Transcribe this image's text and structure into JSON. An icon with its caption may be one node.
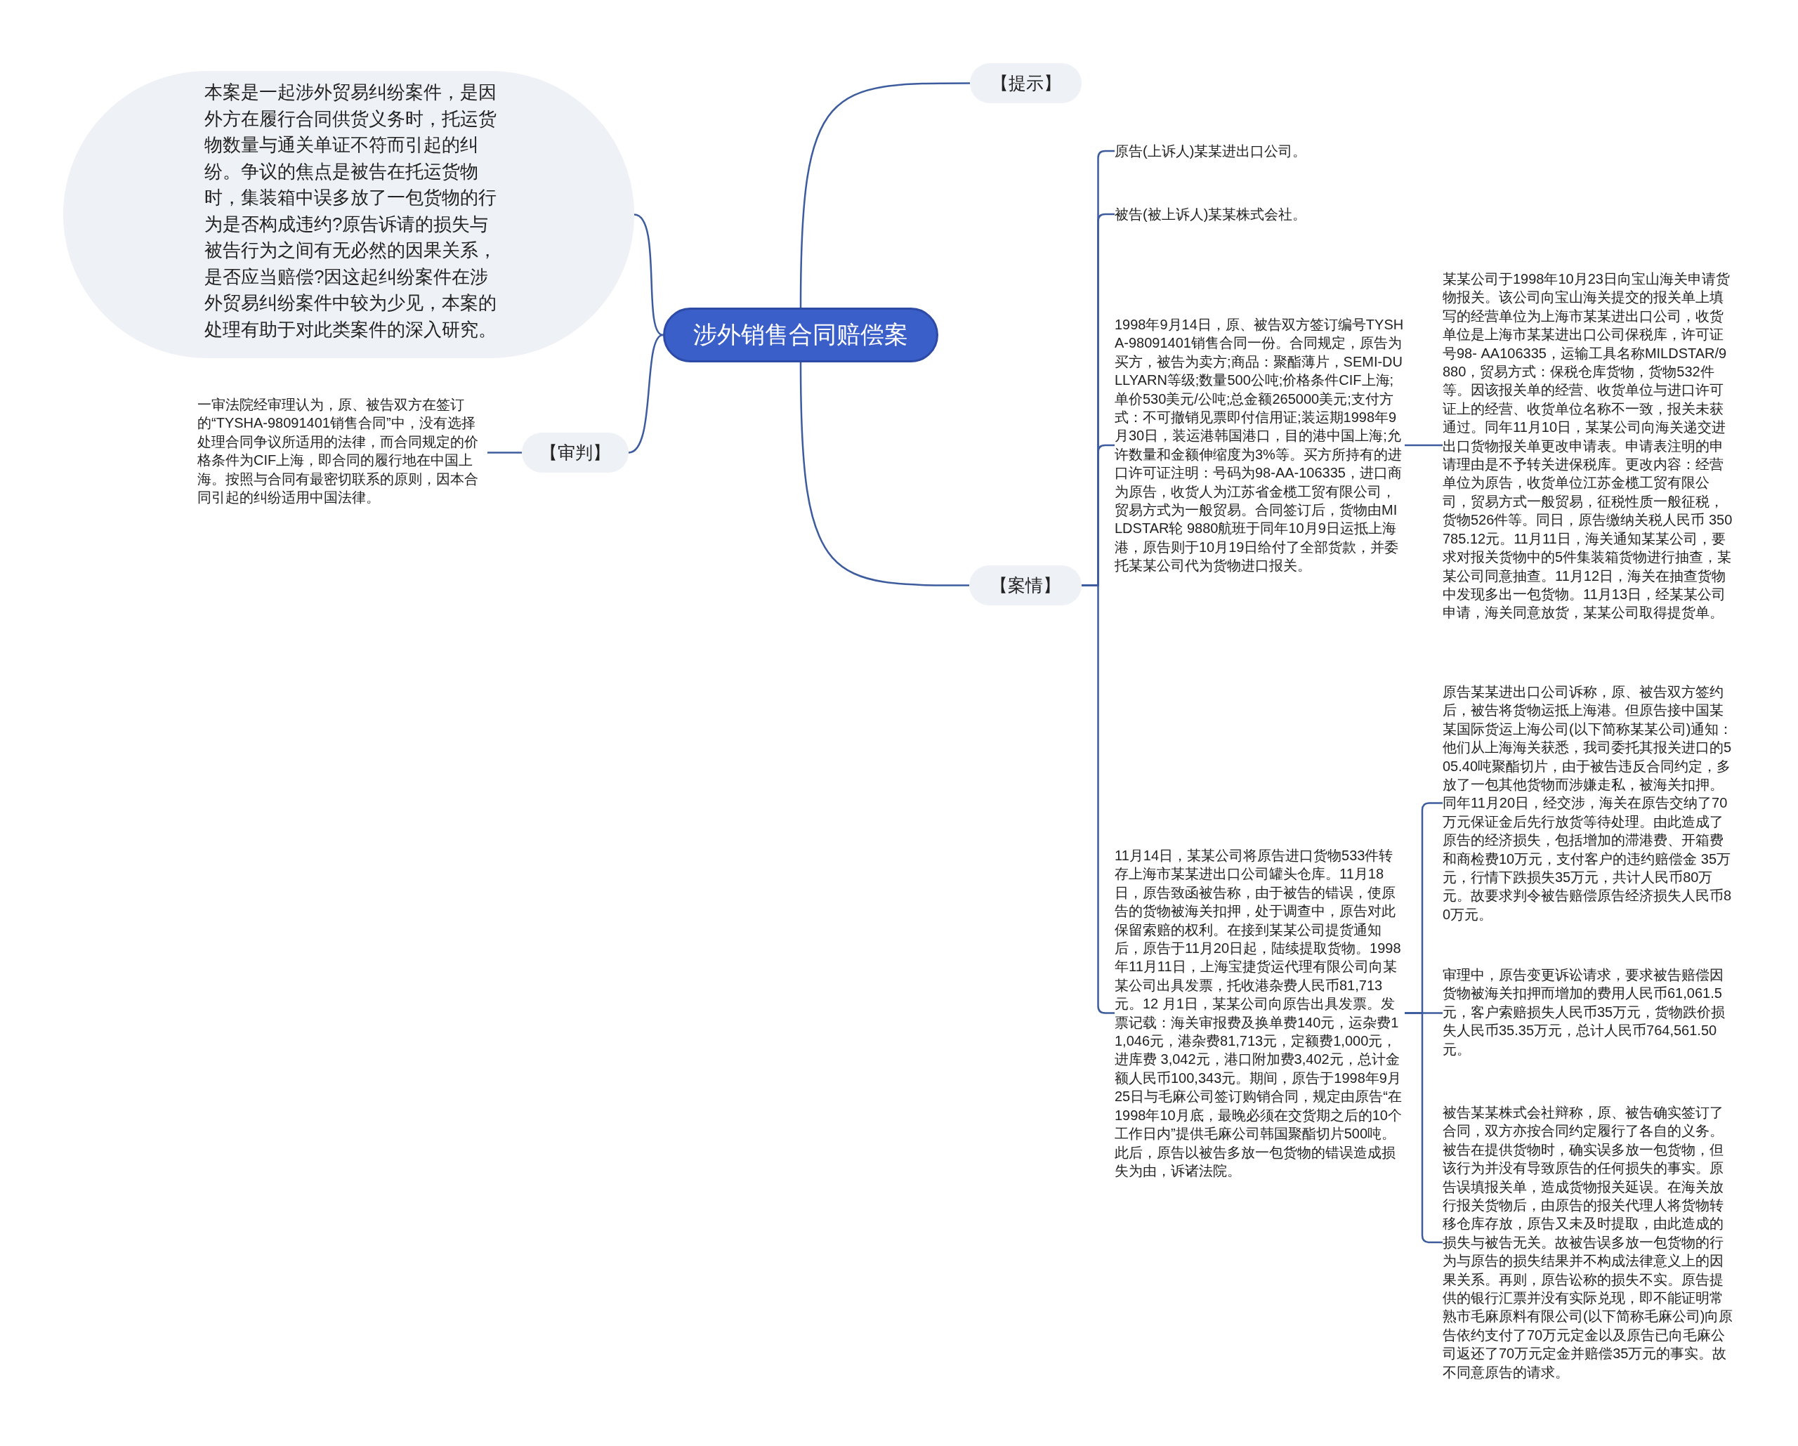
{
  "diagram": {
    "nodes": [
      {
        "text": [
          "涉外销售合同赔偿案"
        ]
      },
      {
        "text": [
          "本案是一起涉外贸易纠纷案件，是因外方在履行合同供货义务时，托运货物数量与通关单证不符而引起的纠纷。争议的焦点是被告在托运货物时，集装箱中误多放了一包货物的行为是否构成违约?原告诉请的损失与被告行为之间有无必然的因果关系，是否应当赔偿?因这起纠纷案件在涉外贸易纠纷案件中较为少见，本案的处理有助于对此类案件的深入研究。"
        ]
      },
      {
        "text": [
          "【审判】"
        ]
      },
      {
        "text": [
          "一审法院经审理认为，原、被告双方在签订的“TYSHA-98091401销售合同”中，没有选择处理合同争议所适用的法律，而合同规定的价格条件为CIF上海，即合同的履行地在中国上海。按照与合同有最密切联系的原则，因本合同引起的纠纷适用中国法律。"
        ]
      },
      {
        "text": [
          "【提示】"
        ]
      },
      {
        "text": [
          "【案情】"
        ]
      },
      {
        "text": [
          "原告(上诉人)某某进出口公司。"
        ]
      },
      {
        "text": [
          "被告(被上诉人)某某株式会社。"
        ]
      },
      {
        "text": [
          "1998年9月14日，原、被告双方签订编号TYSHA-98091401销售合同一份。合同规定，原告为买方，被告为卖方;商品：聚酯薄片，SEMI-DULLYARN等级;数量500公吨;价格条件CIF上海;单价530美元/公吨;总金额265000美元;支付方式：不可撤销见票即付信用证;装运期1998年9月30日，装运港韩国港口，目的港中国上海;允许数量和金额伸缩度为3%等。买方所持有的进口许可证注明：号码为98-AA-106335，进口商为原告，收货人为江苏省金榄工贸有限公司，贸易方式为一般贸易。合同签订后，货物由MILDSTAR轮 9880航班于同年10月9日运抵上海港，原告则于10月19日给付了全部货款，并委托某某公司代为货物进口报关。"
        ]
      },
      {
        "text": [
          "某某公司于1998年10月23日向宝山海关申请货物报关。该公司向宝山海关提交的报关单上填写的经营单位为上海市某某进出口公司，收货单位是上海市某某进出口公司保税库，许可证号98- AA106335，运输工具名称MILDSTAR/9880，贸易方式：保税仓库货物，货物532件等。因该报关单的经营、收货单位与进口许可证上的经营、收货单位名称不一致，报关未获通过。同年11月10日，某某公司向海关递交进出口货物报关单更改申请表。申请表注明的申请理由是不予转关进保税库。更改内容：经营单位为原告，收货单位江苏金榄工贸有限公司，贸易方式一般贸易，征税性质一般征税，货物526件等。同日，原告缴纳关税人民币 350785.12元。11月11日，海关通知某某公司，要求对报关货物中的5件集装箱货物进行抽查，某某公司同意抽查。11月12日，海关在抽查货物中发现多出一包货物。11月13日，经某某公司申请，海关同意放货，某某公司取得提货单。"
        ]
      },
      {
        "text": [
          "11月14日，某某公司将原告进口货物533件转存上海市某某进出口公司罐头仓库。11月18日，原告致函被告称，由于被告的错误，使原告的货物被海关扣押，处于调查中，原告对此保留索赔的权利。在接到某某公司提货通知后，原告于11月20日起，陆续提取货物。1998年11月11日，上海宝捷货运代理有限公司向某某公司出具发票，托收港杂费人民币81,713元。12 月1日，某某公司向原告出具发票。发票记载：海关审报费及换单费140元，运杂费11,046元，港杂费81,713元，定额费1,000元，进库费 3,042元，港口附加费3,402元，总计金额人民币100,343元。期间，原告于1998年9月25日与毛麻公司签订购销合同，规定由原告“在 1998年10月底，最晚必须在交货期之后的10个工作日内”提供毛麻公司韩国聚酯切片500吨。此后，原告以被告多放一包货物的错误造成损失为由，诉诸法院。"
        ]
      },
      {
        "text": [
          "原告某某进出口公司诉称，原、被告双方签约后，被告将货物运抵上海港。但原告接中国某某国际货运上海公司(以下简称某某公司)通知：他们从上海海关获悉，我司委托其报关进口的505.40吨聚酯切片，由于被告违反合同约定，多放了一包其他货物而涉嫌走私，被海关扣押。同年11月20日，经交涉，海关在原告交纳了70万元保证金后先行放货等待处理。由此造成了原告的经济损失，包括增加的滞港费、开箱费和商检费10万元，支付客户的违约赔偿金 35万元，行情下跌损失35万元，共计人民币80万元。故要求判令被告赔偿原告经济损失人民币80万元。"
        ]
      },
      {
        "text": [
          "审理中，原告变更诉讼请求，要求被告赔偿因货物被海关扣押而增加的费用人民币61,061.5元，客户索赔损失人民币35万元，货物跌价损失人民币35.35万元，总计人民币764,561.50元。"
        ]
      },
      {
        "text": [
          "被告某某株式会社辩称，原、被告确实签订了合同，双方亦按合同约定履行了各自的义务。被告在提供货物时，确实误多放一包货物，但该行为并没有导致原告的任何损失的事实。原告误填报关单，造成货物报关延误。在海关放行报关货物后，由原告的报关代理人将货物转移仓库存放，原告又未及时提取，由此造成的损失与被告无关。故被告误多放一包货物的行为与原告的损失结果并不构成法律意义上的因果关系。再则，原告讼称的损失不实。原告提供的银行汇票并没有实际兑现，即不能证明常熟市毛麻原料有限公司(以下简称毛麻公司)向原告依约支付了70万元定金以及原告已向毛麻公司返还了70万元定金并赔偿35万元的事实。故不同意原告的请求。"
        ]
      }
    ],
    "edges": [
      {
        "from": 0,
        "to": 1,
        "arrow": "none"
      },
      {
        "from": 0,
        "to": 2,
        "arrow": "none"
      },
      {
        "from": 2,
        "to": 3,
        "arrow": "none"
      },
      {
        "from": 0,
        "to": 4,
        "arrow": "none"
      },
      {
        "from": 0,
        "to": 5,
        "arrow": "none"
      },
      {
        "from": 5,
        "to": 6,
        "arrow": "none"
      },
      {
        "from": 5,
        "to": 7,
        "arrow": "none"
      },
      {
        "from": 5,
        "to": 8,
        "arrow": "none"
      },
      {
        "from": 5,
        "to": 10,
        "arrow": "none"
      },
      {
        "from": 8,
        "to": 9,
        "arrow": "none"
      },
      {
        "from": 10,
        "to": 11,
        "arrow": "none"
      },
      {
        "from": 10,
        "to": 12,
        "arrow": "none"
      },
      {
        "from": 10,
        "to": 13,
        "arrow": "none"
      }
    ]
  }
}
